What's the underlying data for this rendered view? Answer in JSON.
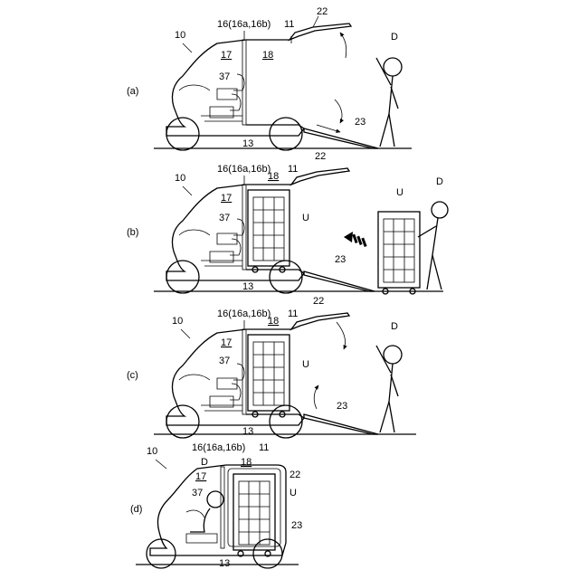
{
  "panels": [
    {
      "id": "a",
      "label": "(a)",
      "ref_vehicle": "10",
      "ref_partition": "16(16a,16b)",
      "ref_roof": "11",
      "ref_roof_panel": "22",
      "ref_person": "D",
      "ref_front": "17",
      "ref_rear": "18",
      "ref_seat": "37",
      "ref_ramp": "23",
      "ref_floor": "13"
    },
    {
      "id": "b",
      "label": "(b)",
      "ref_vehicle": "10",
      "ref_partition": "16(16a,16b)",
      "ref_roof": "11",
      "ref_roof_panel": "22",
      "ref_person": "D",
      "ref_front": "17",
      "ref_rear": "18",
      "ref_seat": "37",
      "ref_ramp": "23",
      "ref_floor": "13",
      "ref_cart_inside": "U",
      "ref_cart_outside": "U"
    },
    {
      "id": "c",
      "label": "(c)",
      "ref_vehicle": "10",
      "ref_partition": "16(16a,16b)",
      "ref_roof": "11",
      "ref_roof_panel": "22",
      "ref_person": "D",
      "ref_front": "17",
      "ref_rear": "18",
      "ref_seat": "37",
      "ref_ramp": "23",
      "ref_floor": "13",
      "ref_cart": "U"
    },
    {
      "id": "d",
      "label": "(d)",
      "ref_vehicle": "10",
      "ref_partition": "16(16a,16b)",
      "ref_roof": "11",
      "ref_roof_panel": "22",
      "ref_person": "D",
      "ref_front": "17",
      "ref_rear": "18",
      "ref_seat": "37",
      "ref_ramp": "23",
      "ref_floor": "13",
      "ref_cart": "U"
    }
  ]
}
